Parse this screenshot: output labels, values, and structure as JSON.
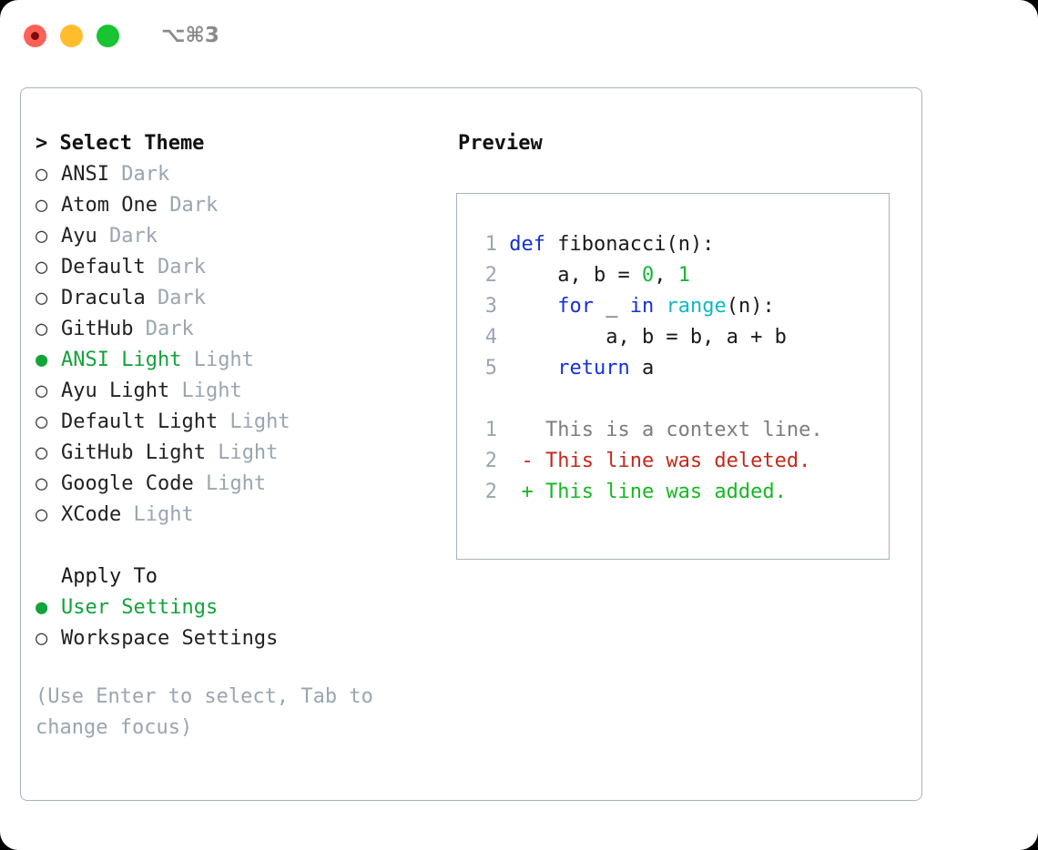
{
  "titlebar": {
    "shortcut": "⌥⌘3",
    "dots": [
      "close-red",
      "minimize-yellow",
      "maximize-green"
    ]
  },
  "theme_list": {
    "header": "> Select Theme",
    "items": [
      {
        "marker": "○",
        "selected": false,
        "name": "ANSI",
        "variant": "Dark"
      },
      {
        "marker": "○",
        "selected": false,
        "name": "Atom One",
        "variant": "Dark"
      },
      {
        "marker": "○",
        "selected": false,
        "name": "Ayu",
        "variant": "Dark"
      },
      {
        "marker": "○",
        "selected": false,
        "name": "Default",
        "variant": "Dark"
      },
      {
        "marker": "○",
        "selected": false,
        "name": "Dracula",
        "variant": "Dark"
      },
      {
        "marker": "○",
        "selected": false,
        "name": "GitHub",
        "variant": "Dark"
      },
      {
        "marker": "●",
        "selected": true,
        "name": "ANSI Light",
        "variant": "Light"
      },
      {
        "marker": "○",
        "selected": false,
        "name": "Ayu Light",
        "variant": "Light"
      },
      {
        "marker": "○",
        "selected": false,
        "name": "Default Light",
        "variant": "Light"
      },
      {
        "marker": "○",
        "selected": false,
        "name": "GitHub Light",
        "variant": "Light"
      },
      {
        "marker": "○",
        "selected": false,
        "name": "Google Code",
        "variant": "Light"
      },
      {
        "marker": "○",
        "selected": false,
        "name": "XCode",
        "variant": "Light"
      }
    ]
  },
  "apply_to": {
    "header": "Apply To",
    "items": [
      {
        "marker": "●",
        "selected": true,
        "label": "User Settings"
      },
      {
        "marker": "○",
        "selected": false,
        "label": "Workspace Settings"
      }
    ]
  },
  "hint": "(Use Enter to select, Tab to change focus)",
  "preview": {
    "title": "Preview",
    "code_lines": [
      {
        "num": "1",
        "tokens": [
          {
            "t": "def",
            "c": "kw"
          },
          {
            "t": " fibonacci(n):",
            "c": "plain"
          }
        ]
      },
      {
        "num": "2",
        "tokens": [
          {
            "t": "    a, b = ",
            "c": "plain"
          },
          {
            "t": "0",
            "c": "num"
          },
          {
            "t": ", ",
            "c": "plain"
          },
          {
            "t": "1",
            "c": "num"
          }
        ]
      },
      {
        "num": "3",
        "tokens": [
          {
            "t": "    ",
            "c": "plain"
          },
          {
            "t": "for",
            "c": "kw"
          },
          {
            "t": " _ ",
            "c": "plain"
          },
          {
            "t": "in",
            "c": "kw"
          },
          {
            "t": " ",
            "c": "plain"
          },
          {
            "t": "range",
            "c": "fn"
          },
          {
            "t": "(n):",
            "c": "plain"
          }
        ]
      },
      {
        "num": "4",
        "tokens": [
          {
            "t": "        a, b = b, a + b",
            "c": "plain"
          }
        ]
      },
      {
        "num": "5",
        "tokens": [
          {
            "t": "    ",
            "c": "plain"
          },
          {
            "t": "return",
            "c": "kw"
          },
          {
            "t": " a",
            "c": "plain"
          }
        ]
      }
    ],
    "diff_lines": [
      {
        "num": "1",
        "sign": " ",
        "text": " This is a context line.",
        "kind": "ctx"
      },
      {
        "num": "2",
        "sign": "-",
        "text": " This line was deleted.",
        "kind": "del"
      },
      {
        "num": "2",
        "sign": "+",
        "text": " This line was added.",
        "kind": "add"
      }
    ]
  },
  "colors": {
    "accent_green": "#12a33a",
    "border": "#a8b2bd",
    "muted": "#9aa5b1",
    "keyword": "#1431d6",
    "function": "#0fb8c4",
    "number": "#17b833",
    "diff_delete": "#c32a1c",
    "diff_add": "#16b822"
  }
}
